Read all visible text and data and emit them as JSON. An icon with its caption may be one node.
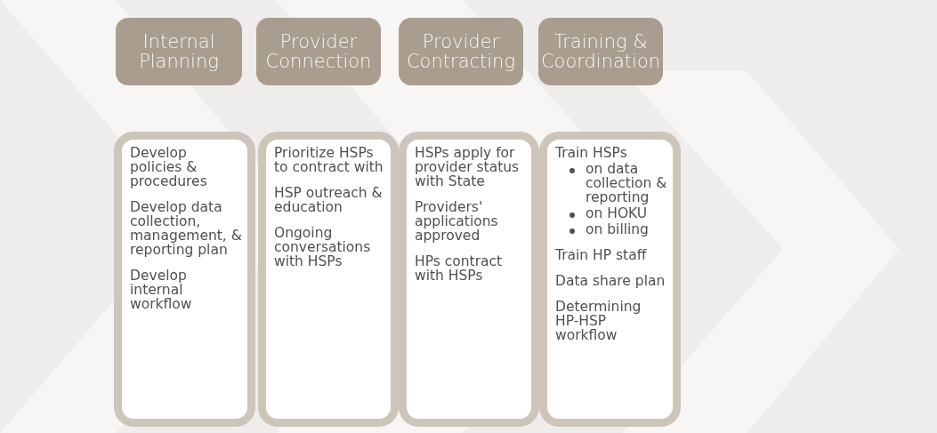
{
  "diagram": {
    "nodes": [
      {
        "text": [
          "Internal Planning"
        ]
      },
      {
        "text": [
          "Provider Connection"
        ]
      },
      {
        "text": [
          "Provider Contracting"
        ]
      },
      {
        "text": [
          "Training & Coordination"
        ]
      },
      {
        "text": [
          "Develop policies & procedures",
          "Develop data collection, management, & reporting plan",
          "Develop internal workflow"
        ]
      },
      {
        "text": [
          "Prioritize HSPs to contract with",
          "HSP outreach & education",
          "Ongoing conversations with HSPs"
        ]
      },
      {
        "text": [
          "HSPs apply for provider status with State",
          "Providers' applications approved",
          "HPs contract with HSPs"
        ]
      },
      {
        "text": [
          "Train HSPs",
          "on data collection & reporting",
          "on HOKU",
          "on billing",
          "Train HP staff",
          "Data share plan",
          "Determining HP-HSP workflow"
        ]
      }
    ]
  }
}
